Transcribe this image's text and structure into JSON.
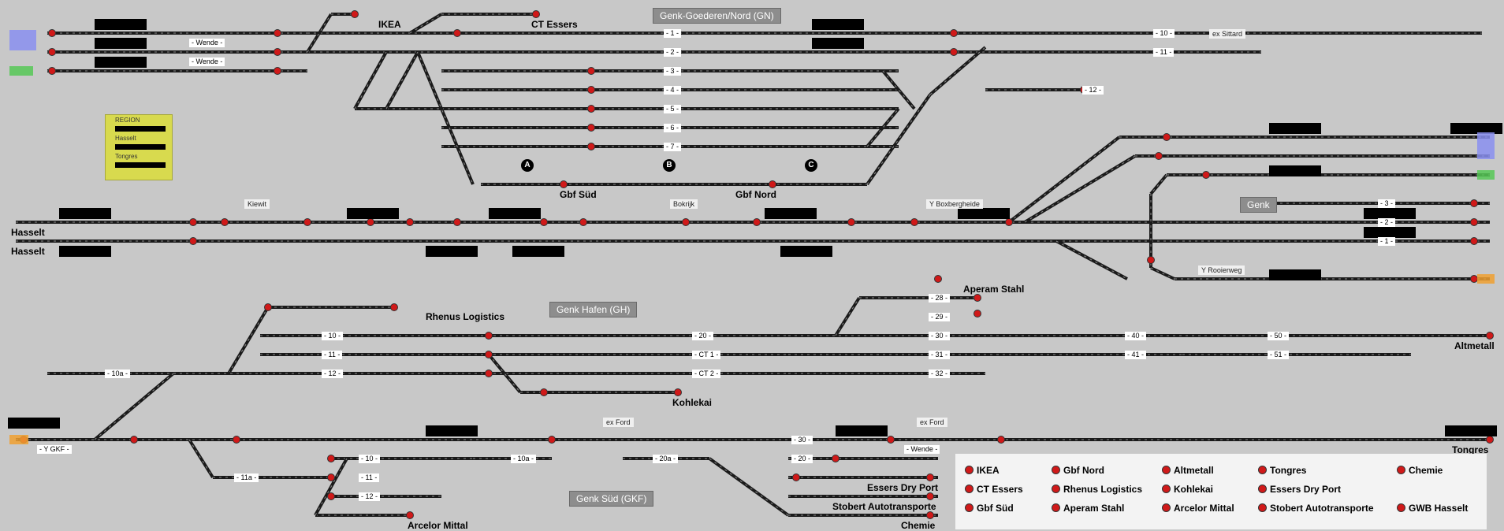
{
  "app": {
    "title": "Genk-Goederen/Nord (GN)"
  },
  "sections": {
    "gn": "Genk-Goederen/Nord (GN)",
    "gh": "Genk Hafen (GH)",
    "gkf": "Genk Süd (GKF)",
    "genk": "Genk"
  },
  "stations": {
    "ikea": "IKEA",
    "ct_essers": "CT Essers",
    "gbf_sud": "Gbf Süd",
    "gbf_nord": "Gbf Nord",
    "hasselt1": "Hasselt",
    "hasselt2": "Hasselt",
    "rhenus": "Rhenus Logistics",
    "aperam": "Aperam Stahl",
    "kohlekai": "Kohlekai",
    "altmetall": "Altmetall",
    "tongres": "Tongres",
    "essers_dry": "Essers Dry Port",
    "stobert": "Stobert Autotransporte",
    "chemie": "Chemie",
    "arcelor": "Arcelor Mittal"
  },
  "locations": {
    "kiewit": "Kiewit",
    "bokrijk": "Bokrijk",
    "boxberg": "Y Boxbergheide",
    "rooierweg": "Y Rooierweg",
    "ex_ford_1": "ex Ford",
    "ex_ford_2": "ex Ford",
    "ex_sittard": "ex Sittard"
  },
  "track_labels": {
    "t1": "- 1 -",
    "t2": "- 2 -",
    "t3": "- 3 -",
    "t4": "- 4 -",
    "t5": "- 5 -",
    "t6": "- 6 -",
    "t7": "- 7 -",
    "t10": "- 10 -",
    "t11": "- 11 -",
    "t12": "- 12 -",
    "wende1": "- Wende -",
    "wende2": "- Wende -",
    "g3": "- 3 -",
    "g2": "- 2 -",
    "g1": "- 1 -",
    "h10": "- 10 -",
    "h11": "- 11 -",
    "h12": "- 12 -",
    "h10a": "- 10a -",
    "h20": "- 20 -",
    "h30": "- 30 -",
    "h31": "- 31 -",
    "h32": "- 32 -",
    "h40": "- 40 -",
    "h41": "- 41 -",
    "h50": "- 50 -",
    "h51": "- 51 -",
    "h28": "- 28 -",
    "h29": "- 29 -",
    "ct1": "- CT 1 -",
    "ct2": "- CT 2 -",
    "ygkf": "- Y GKF -",
    "s10": "- 10 -",
    "s11": "- 11 -",
    "s12": "- 12 -",
    "s11a": "- 11a -",
    "s10a": "- 10a -",
    "s20a": "- 20a -",
    "s20": "- 20 -",
    "s30": "- 30 -",
    "swende": "- Wende -"
  },
  "markers": {
    "a": "A",
    "b": "B",
    "c": "C"
  },
  "region_box": {
    "title": "REGION",
    "hasselt": "Hasselt",
    "tongres": "Tongres"
  },
  "legend": {
    "items": [
      "IKEA",
      "Gbf Nord",
      "Altmetall",
      "Tongres",
      "Chemie",
      "CT Essers",
      "Rhenus Logistics",
      "Kohlekai",
      "Essers Dry Port",
      "Gbf Süd",
      "Aperam Stahl",
      "Arcelor Mittal",
      "Stobert Autotransporte",
      "GWB Hasselt"
    ]
  },
  "colors": {
    "background": "#c8c8c8",
    "track": "#1a1a1a",
    "signal_red": "#d01919",
    "region_yellow": "#d8da4e",
    "hasselt_blue": "#8a8ff0",
    "green_exit": "#56c856",
    "orange_exit": "#f0a030"
  }
}
